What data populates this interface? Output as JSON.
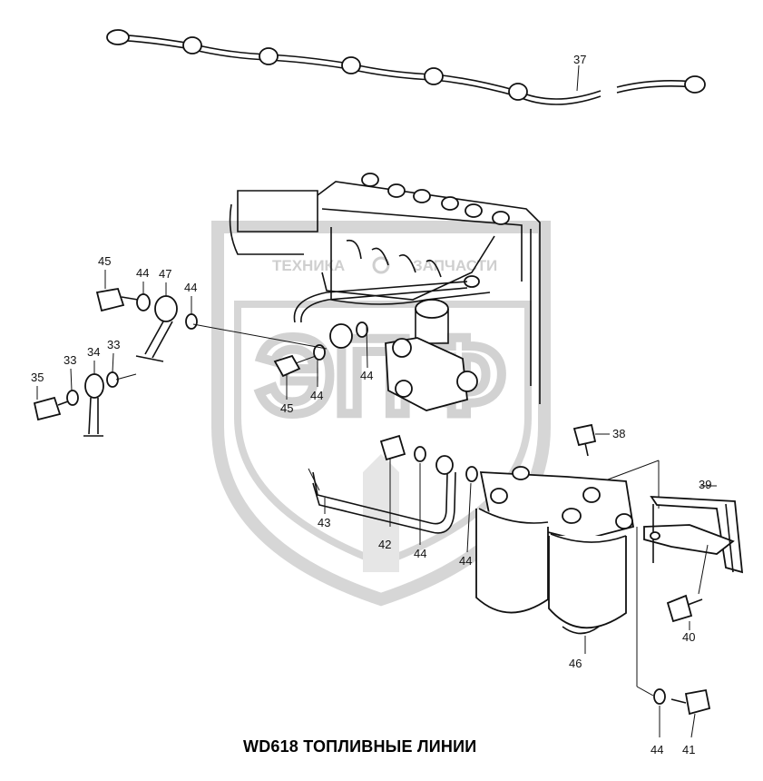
{
  "title": "WD618 ТОПЛИВНЫЕ ЛИНИИ",
  "watermark": {
    "logo_text": "ЭПФ",
    "left_text": "ТЕХНИКА",
    "right_text": "ЗАПЧАСТИ"
  },
  "callouts": {
    "c37": "37",
    "c38": "38",
    "c39": "39",
    "c40": "40",
    "c41": "41",
    "c42": "42",
    "c43": "43",
    "c44a": "44",
    "c44b": "44",
    "c44c": "44",
    "c44d": "44",
    "c44e": "44",
    "c44f": "44",
    "c44g": "44",
    "c45a": "45",
    "c45b": "45",
    "c46": "46",
    "c47": "47",
    "c33a": "33",
    "c33b": "33",
    "c34": "34",
    "c35": "35"
  }
}
